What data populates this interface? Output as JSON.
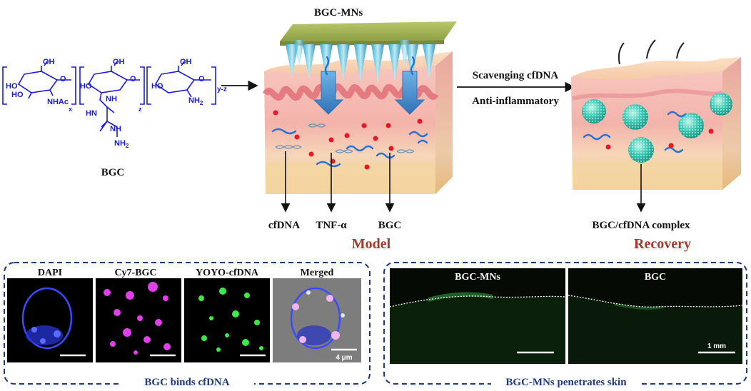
{
  "top": {
    "mn_label": "BGC-MNs",
    "arrow_label_1": "Scavenging cfDNA",
    "arrow_label_2": "Anti-inflammatory",
    "chem": {
      "name": "BGC",
      "oh_1": "OH",
      "oh_2": "OH",
      "oh_3": "OH",
      "ho_1": "HO",
      "ho_2": "HO",
      "ho_3": "HO",
      "nhac": "NHAc",
      "nh2_ring": "NH",
      "nh2_sub": "2",
      "nh_link": "NH",
      "nh_guan": "NH",
      "hn_guan": "HN",
      "nh2_guan": "NH",
      "nh2_guan_sub": "2",
      "o_1": "O",
      "o_2": "O",
      "o_3": "O",
      "sub_x": "x",
      "sub_z": "z",
      "sub_yz": "y-z"
    },
    "model_labels": {
      "cfdna": "cfDNA",
      "tnf": "TNF-α",
      "bgc": "BGC",
      "title": "Model"
    },
    "recovery_labels": {
      "complex": "BGC/cfDNA complex",
      "title": "Recovery"
    }
  },
  "bottom_left": {
    "panels": [
      "DAPI",
      "Cy7-BGC",
      "YOYO-cfDNA",
      "Merged"
    ],
    "scale": "4 μm",
    "caption": "BGC binds cfDNA"
  },
  "bottom_right": {
    "panels": [
      "BGC-MNs",
      "BGC"
    ],
    "scale": "1 mm",
    "caption": "BGC-MNs penetrates skin"
  },
  "colors": {
    "dark_red": "#a33a2c",
    "navy": "#1f3a78",
    "chem_blue": "#1a1ae0",
    "dna_blue": "#2a6fd6",
    "red_dot": "#e8182a",
    "sphere": "#2ec4b0"
  }
}
